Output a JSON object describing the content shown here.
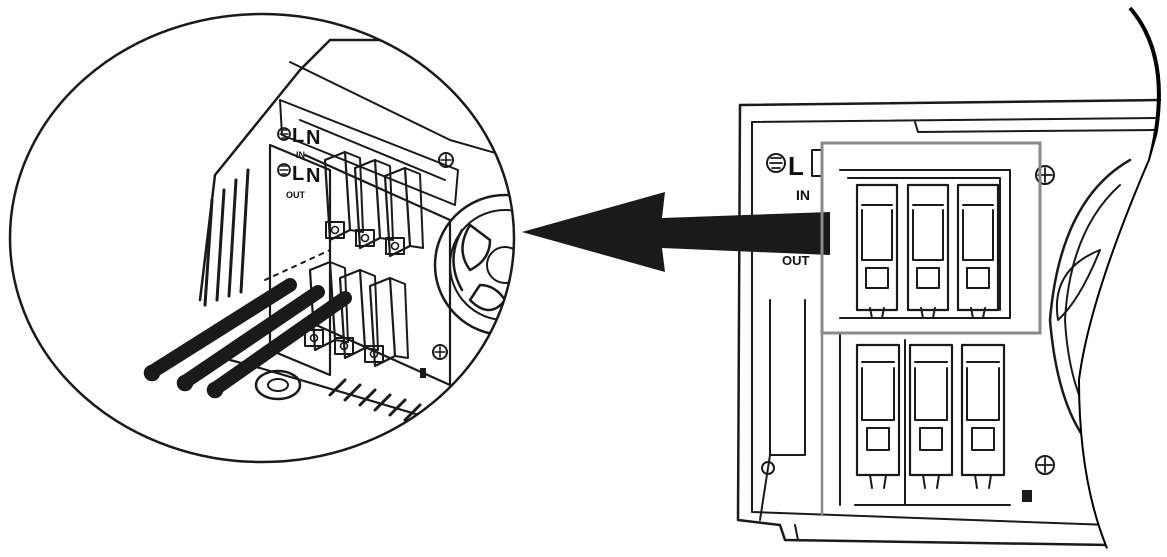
{
  "zoom_panel": {
    "terminal_labels": {
      "line": "L",
      "neutral": "N",
      "in": "IN",
      "out": "OUT"
    }
  },
  "device_panel": {
    "terminal_labels": {
      "line": "L",
      "in": "IN",
      "out": "OUT"
    }
  },
  "colors": {
    "line": "#1a1a1a",
    "highlight_frame": "#8a8a8a",
    "background": "#ffffff"
  },
  "icons": {
    "ground": "ground-symbol-icon",
    "arrow": "left-arrow-icon",
    "screw": "screw-head-icon"
  }
}
